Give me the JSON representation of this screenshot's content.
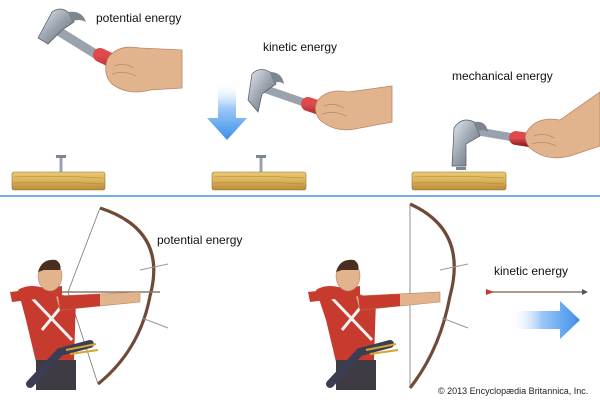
{
  "top_panel": {
    "stage1_label": "potential energy",
    "stage2_label": "kinetic energy",
    "stage3_label": "mechanical energy"
  },
  "bottom_panel": {
    "stage1_label": "potential energy",
    "stage2_label": "kinetic energy"
  },
  "copyright": "© 2013 Encyclopædia Britannica, Inc.",
  "colors": {
    "divider": "#4a90d9",
    "arrow": "#5aa0f0",
    "wood": "#d9b25a",
    "handle": "#c0282d",
    "skin": "#e2b48e",
    "shirt": "#c63b2e"
  }
}
